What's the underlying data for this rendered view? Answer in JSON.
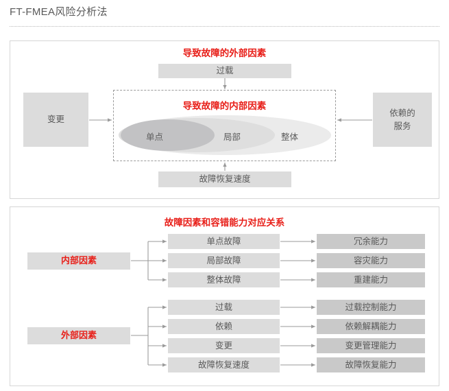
{
  "header": {
    "title": "FT-FMEA风险分析法"
  },
  "panel_structure": {
    "external_heading": "导致故障的外部因素",
    "internal_heading": "导致故障的内部因素",
    "top_box": "过载",
    "bottom_box": "故障恢复速度",
    "left_box": "变更",
    "right_box_line1": "依赖的",
    "right_box_line2": "服务",
    "ellipses": [
      {
        "label": "单点",
        "level": "innermost",
        "color": "#c2c2c4"
      },
      {
        "label": "局部",
        "level": "middle",
        "color": "#dedede"
      },
      {
        "label": "整体",
        "level": "outermost",
        "color": "#ebebeb"
      }
    ]
  },
  "panel_mapping": {
    "heading": "故障因素和容错能力对应关系",
    "groups": [
      {
        "source": "内部因素",
        "rows": [
          {
            "factor": "单点故障",
            "capability": "冗余能力"
          },
          {
            "factor": "局部故障",
            "capability": "容灾能力"
          },
          {
            "factor": "整体故障",
            "capability": "重建能力"
          }
        ]
      },
      {
        "source": "外部因素",
        "rows": [
          {
            "factor": "过载",
            "capability": "过载控制能力"
          },
          {
            "factor": "依赖",
            "capability": "依赖解耦能力"
          },
          {
            "factor": "变更",
            "capability": "变更管理能力"
          },
          {
            "factor": "故障恢复速度",
            "capability": "故障恢复能力"
          }
        ]
      }
    ]
  },
  "colors": {
    "accent_red": "#e8201a",
    "box_light": "#dcdcdc",
    "box_dark": "#c9c9c9",
    "text_gray": "#595959",
    "line_gray": "#9a9a9a"
  }
}
